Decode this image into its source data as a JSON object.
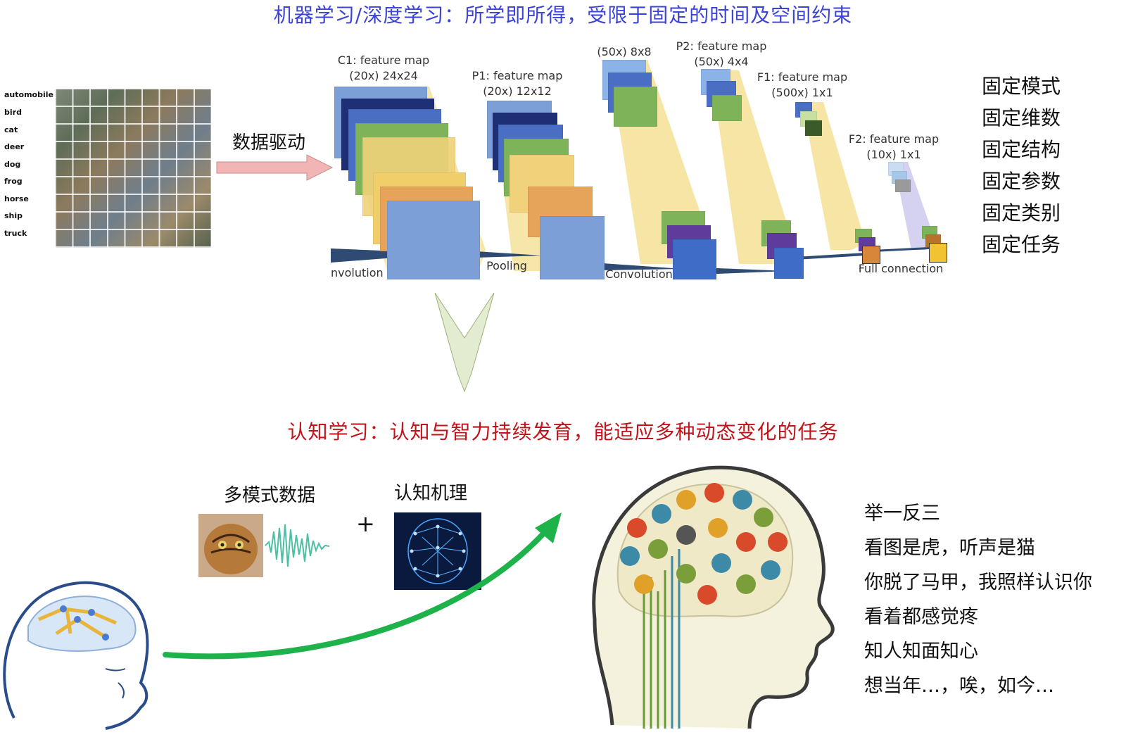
{
  "top_title": "机器学习/深度学习：所学即所得，受限于固定的时间及空间约束",
  "mid_title": "认知学习：认知与智力持续发育，能适应多种动态变化的任务",
  "dataset": {
    "classes": [
      "automobile",
      "bird",
      "cat",
      "deer",
      "dog",
      "frog",
      "horse",
      "ship",
      "truck"
    ]
  },
  "data_drive_label": "数据驱动",
  "cnn": {
    "c1_label": "C1: feature map\n(20x) 24x24",
    "p1_label": "P1: feature map\n(20x) 12x12",
    "c2_label": "(50x) 8x8",
    "p2_label": "P2: feature map\n(50x) 4x4",
    "f1_label": "F1: feature map\n(500x) 1x1",
    "f2_label": "F2: feature map\n(10x) 1x1",
    "op_convolution1": "nvolution",
    "op_pooling": "Pooling",
    "op_convolution2": "Convolution",
    "op_full": "Full connection"
  },
  "fixed_list": [
    "固定模式",
    "固定维数",
    "固定结构",
    "固定参数",
    "固定类别",
    "固定任务"
  ],
  "multimodal_label": "多模式数据",
  "cognition_label": "认知机理",
  "plus": "+",
  "abilities": [
    "举一反三",
    "看图是虎，听声是猫",
    "你脱了马甲，我照样认识你",
    "看着都感觉疼",
    "知人知面知心",
    "想当年…，唉，如今…"
  ],
  "colors": {
    "top_title": "#3b43d8",
    "mid_title": "#c0131a",
    "pink_arrow": "#f2b5b5",
    "green_arrow": "#e3ecd0",
    "curve": "#1db24a"
  }
}
